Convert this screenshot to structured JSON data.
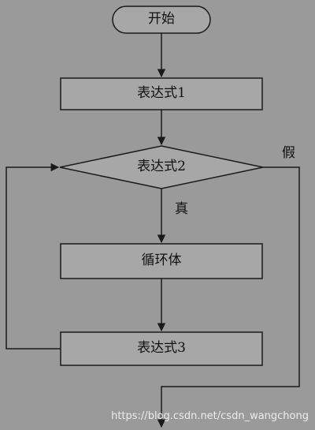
{
  "flowchart": {
    "start_label": "开始",
    "step1_label": "表达式1",
    "condition_label": "表达式2",
    "true_label": "真",
    "false_label": "假",
    "body_label": "循环体",
    "step3_label": "表达式3"
  },
  "watermark": "https://blog.csdn.net/csdn_wangchong",
  "colors": {
    "background": "#9a9a9a",
    "shape_fill": "#a7a7a7",
    "stroke": "#1a1a1a"
  }
}
